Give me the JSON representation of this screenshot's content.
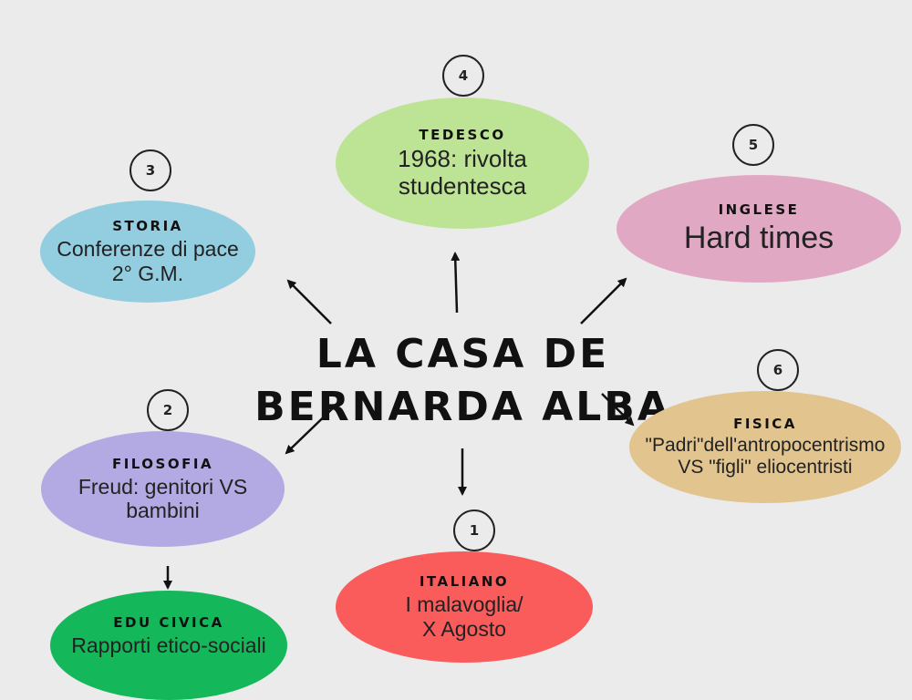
{
  "title": "LA CASA DE BERNARDA ALBA",
  "nodes": {
    "tedesco": {
      "number": "4",
      "title": "TEDESCO",
      "text": "1968: rivolta\nstudentesca",
      "color": "#bde394"
    },
    "inglese": {
      "number": "5",
      "title": "INGLESE",
      "text": "Hard times",
      "color": "#e0a8c2"
    },
    "storia": {
      "number": "3",
      "title": "STORIA",
      "text": "Conferenze di pace\n2° G.M.",
      "color": "#92cde0"
    },
    "fisica": {
      "number": "6",
      "title": "FISICA",
      "text": "\"Padri\"dell'antropocentrismo\nVS \"figli\" eliocentristi",
      "color": "#e2c48e"
    },
    "filosofia": {
      "number": "2",
      "title": "FILOSOFIA",
      "text": "Freud: genitori VS\nbambini",
      "color": "#b3a9e3"
    },
    "italiano": {
      "number": "1",
      "title": "ITALIANO",
      "text": "I malavoglia/\nX Agosto",
      "color": "#fa5b5b"
    },
    "edu_civica": {
      "title": "EDU CIVICA",
      "text": "Rapporti etico-sociali",
      "color": "#14b85a"
    }
  }
}
